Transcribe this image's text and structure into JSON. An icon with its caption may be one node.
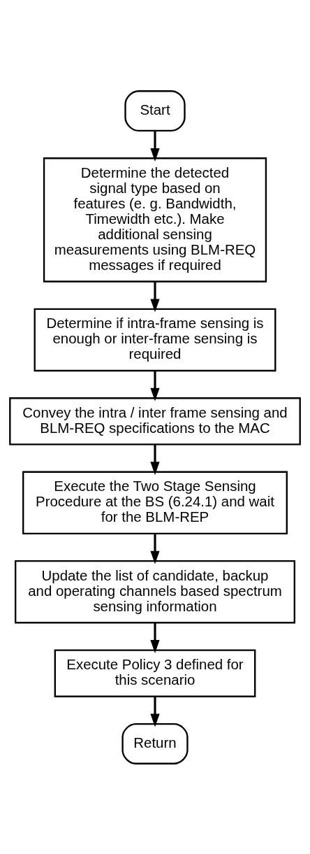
{
  "diagram": {
    "nodes": [
      {
        "text": [
          "Start"
        ]
      },
      {
        "text": [
          "Determine the detected signal type based on features (e. g. Bandwidth, Timewidth etc.). Make additional sensing measurements using BLM-REQ messages if required"
        ]
      },
      {
        "text": [
          "Determine if intra-frame sensing is enough or inter-frame sensing is required"
        ]
      },
      {
        "text": [
          "Convey the intra / inter frame sensing and BLM-REQ specifications to the MAC"
        ]
      },
      {
        "text": [
          "Execute the Two Stage Sensing Procedure at the BS (6.24.1) and wait for the BLM-REP"
        ]
      },
      {
        "text": [
          "Update the list of candidate, backup and operating channels based spectrum sensing information"
        ]
      },
      {
        "text": [
          "Execute Policy 3 defined for this scenario"
        ]
      },
      {
        "text": [
          "Return"
        ]
      }
    ],
    "edges": [
      {
        "from": 0,
        "to": 1,
        "arrow": "to"
      },
      {
        "from": 1,
        "to": 2,
        "arrow": "to"
      },
      {
        "from": 2,
        "to": 3,
        "arrow": "to"
      },
      {
        "from": 3,
        "to": 4,
        "arrow": "to"
      },
      {
        "from": 4,
        "to": 5,
        "arrow": "to"
      },
      {
        "from": 5,
        "to": 6,
        "arrow": "to"
      },
      {
        "from": 6,
        "to": 7,
        "arrow": "to"
      }
    ]
  }
}
